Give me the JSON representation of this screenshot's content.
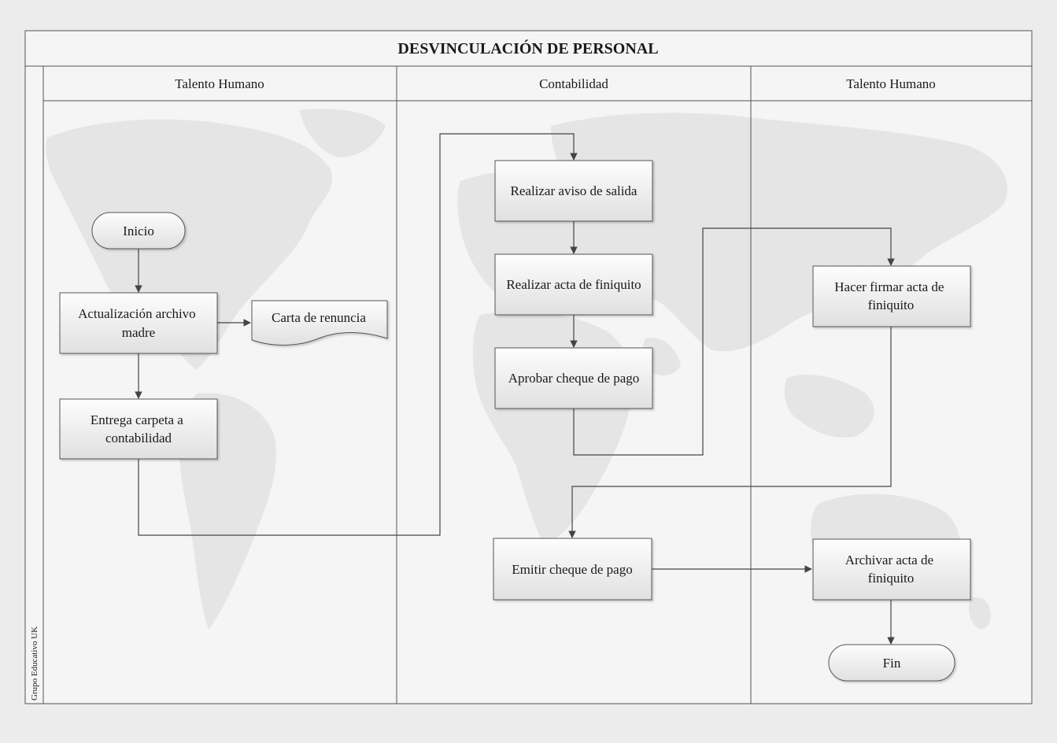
{
  "title": "DESVINCULACIÓN DE PERSONAL",
  "side_label": "Grupo Educativo UK",
  "lanes": [
    {
      "label": "Talento Humano"
    },
    {
      "label": "Contabilidad"
    },
    {
      "label": "Talento Humano"
    }
  ],
  "nodes": {
    "inicio": {
      "lines": [
        "Inicio"
      ]
    },
    "actualizacion": {
      "lines": [
        "Actualización archivo",
        "madre"
      ]
    },
    "carta": {
      "lines": [
        "Carta de renuncia"
      ]
    },
    "entrega": {
      "lines": [
        "Entrega carpeta a",
        "contabilidad"
      ]
    },
    "aviso": {
      "lines": [
        "Realizar aviso de salida"
      ]
    },
    "acta": {
      "lines": [
        "Realizar acta de finiquito"
      ]
    },
    "aprobar": {
      "lines": [
        "Aprobar cheque de pago"
      ]
    },
    "emitir": {
      "lines": [
        "Emitir cheque de pago"
      ]
    },
    "firmar": {
      "lines": [
        "Hacer firmar acta de",
        "finiquito"
      ]
    },
    "archivar": {
      "lines": [
        "Archivar acta de",
        "finiquito"
      ]
    },
    "fin": {
      "lines": [
        "Fin"
      ]
    }
  },
  "colors": {
    "background": "#ececec",
    "frame": "#f4f4f4",
    "stroke": "#555555",
    "node_fill": "#fbfbfb",
    "node_fill_dark": "#e2e2e2",
    "map": "#e4e4e4",
    "text": "#1a1a1a"
  }
}
